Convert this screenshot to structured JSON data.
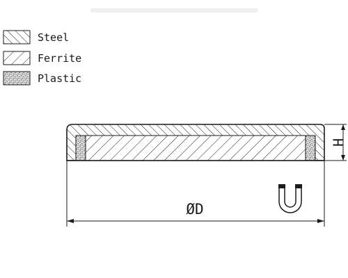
{
  "legend": {
    "items": [
      {
        "label": "Steel",
        "pattern": "steel"
      },
      {
        "label": "Ferrite",
        "pattern": "ferrite"
      },
      {
        "label": "Plastic",
        "pattern": "plastic"
      }
    ]
  },
  "dimensions": {
    "diameter_label": "ØD",
    "height_label": "H"
  },
  "icons": {
    "magnet": "horseshoe-magnet-icon"
  },
  "colors": {
    "line": "#1a1a1a",
    "background": "#ffffff",
    "plastic_dots": "#555555"
  }
}
